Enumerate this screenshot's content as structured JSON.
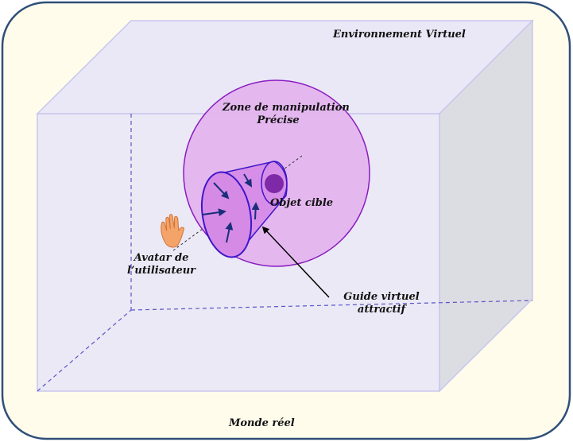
{
  "labels": {
    "virtual_env": "Environnement Virtuel",
    "zone_line1": "Zone de manipulation",
    "zone_line2": "Précise",
    "target": "Objet cible",
    "avatar_line1": "Avatar de",
    "avatar_line2": "l’utilisateur",
    "guide_line1": "Guide virtuel",
    "guide_line2": "attractif",
    "real_world": "Monde réel"
  },
  "colors": {
    "background_panel": "#FFFCEC",
    "panel_border": "#2F4F79",
    "box_face": "#EAE8F6",
    "box_side": "#DCDCE3",
    "box_edge": "#5A55C8",
    "sphere_fill": "#E3B3EE",
    "sphere_stroke": "#8A1CC0",
    "cone_fill": "#D78EE8",
    "cone_stroke": "#3F16C9",
    "target_fill": "#7E2AA8",
    "arrows": "#1B2E7A",
    "hand": "#F5A469"
  },
  "icons": [
    "hand-icon"
  ]
}
